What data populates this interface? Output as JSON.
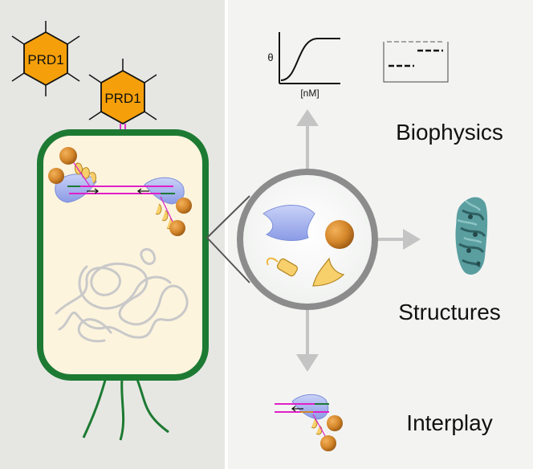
{
  "phages": [
    {
      "label": "PRD1"
    },
    {
      "label": "PRD1"
    }
  ],
  "binding_plot": {
    "y_axis_label": "θ",
    "x_axis_label": "[nM]"
  },
  "sections": {
    "biophysics": "Biophysics",
    "structures": "Structures",
    "interplay": "Interplay"
  },
  "colors": {
    "left_panel_bg": "#e6e7e3",
    "right_panel_bg": "#f3f4f2",
    "cell_wall": "#1d7a32",
    "cytoplasm": "#fdf4de",
    "phage_orange": "#f5a00a",
    "protein_blue": "#a9b6ef",
    "protein_sphere": "#d4862a",
    "protein_yellow": "#f7cf6b",
    "dna_magenta": "#e01fc8",
    "arrow_gray": "#c4c4c4",
    "structure_teal": "#5a9ea0"
  },
  "icons": [
    "hexagon-phage-icon",
    "binding-curve-icon",
    "gel-bands-icon",
    "magnifier-circle-icon",
    "protein-structure-icon"
  ]
}
